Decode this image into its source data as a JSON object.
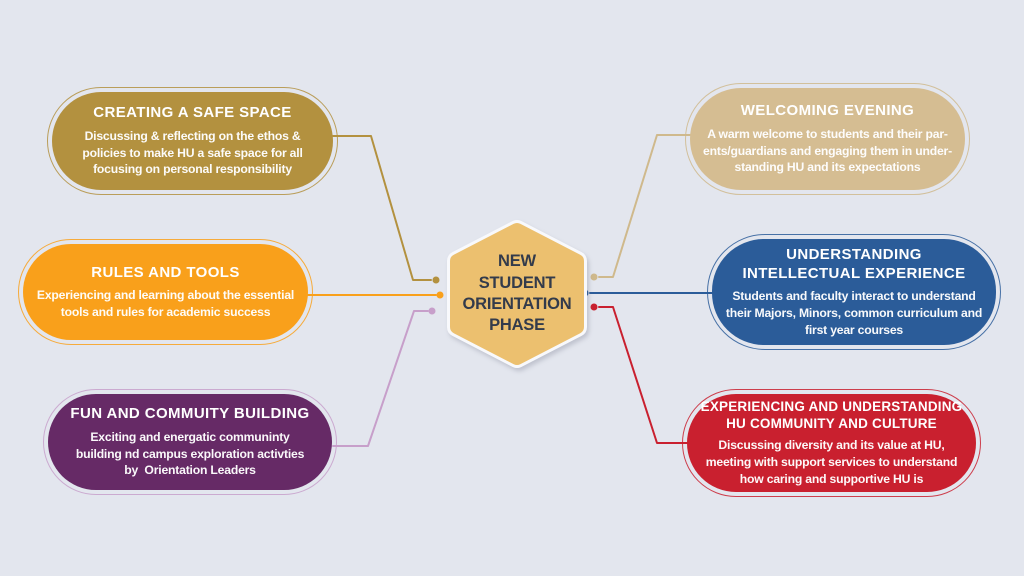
{
  "background_color": "#e3e6ee",
  "center": {
    "label": "NEW\nSTUDENT\nORIENTATION\nPHASE",
    "fill": "#ecc06f",
    "border_color": "#f8f9fc",
    "text_color": "#333b4b"
  },
  "nodes": [
    {
      "id": "creating-a-safe-space",
      "title": "CREATING A SAFE SPACE",
      "body": "Discussing & reflecting on the ethos &\npolicies to make HU a safe space for all\nfocusing on personal responsibility",
      "color": "#b3913f",
      "connector_color": "#b3913f"
    },
    {
      "id": "rules-and-tools",
      "title": "RULES AND TOOLS",
      "body": "Experiencing and learning about the essential\ntools and rules for academic success",
      "color": "#f9a01b",
      "connector_color": "#f9a01b"
    },
    {
      "id": "fun-and-commuity-building",
      "title": "FUN AND COMMUITY BUILDING",
      "body": "Exciting and energatic communinty\nbuilding nd campus exploration activties\nby  Orientation Leaders",
      "color": "#662a66",
      "connector_color": "#c79fca"
    },
    {
      "id": "welcoming-evening",
      "title": "WELCOMING EVENING",
      "body": "A warm welcome to students and their par-\nents/guardians and engaging them in under-\nstanding HU and its expectations",
      "color": "#d5bd92",
      "connector_color": "#cfb98c"
    },
    {
      "id": "understanding-intellectual-experience",
      "title": "UNDERSTANDING\nINTELLECTUAL EXPERIENCE",
      "body": "Students and faculty interact to understand\ntheir Majors, Minors, common curriculum and\nfirst year courses",
      "color": "#2b5c99",
      "connector_color": "#2b5c99"
    },
    {
      "id": "experiencing-and-understanding-hu-community-and-culture",
      "title": "EXPERIENCING AND UNDERSTANDING\nHU COMMUNITY AND CULTURE",
      "body": "Discussing diversity and its value at HU,\nmeeting with support services to understand\nhow caring and supportive HU is",
      "color": "#c9202f",
      "connector_color": "#c9202f"
    }
  ]
}
